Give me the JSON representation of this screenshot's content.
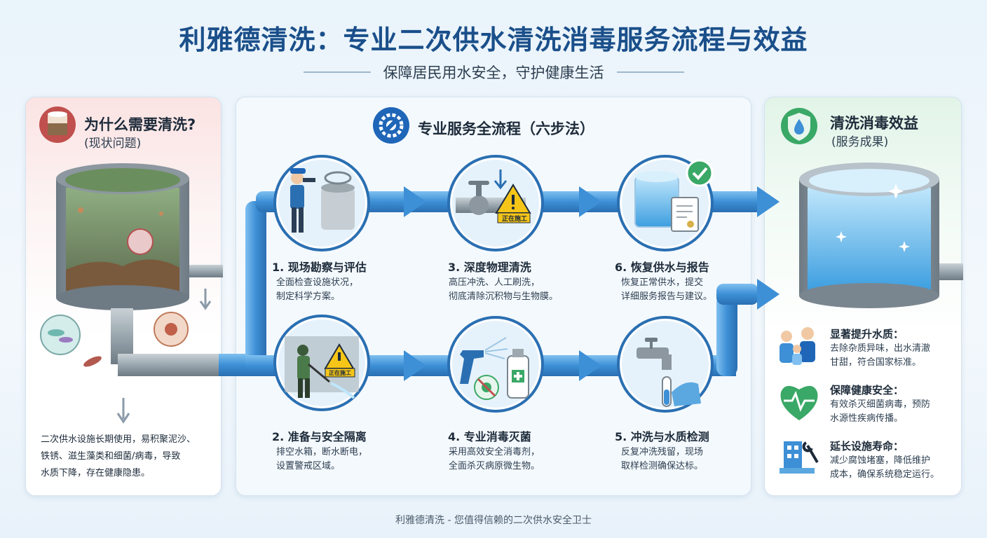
{
  "header": {
    "title": "利雅德清洗：专业二次供水清洗消毒服务流程与效益",
    "subtitle": "保障居民用水安全，守护健康生活"
  },
  "left_panel": {
    "title": "为什么需要清洗?",
    "subtitle": "(现状问题)",
    "description_lines": [
      "二次供水设施长期使用，易积聚泥沙、",
      "铁锈、滋生藻类和细菌/病毒，导致",
      "水质下降，存在健康隐患。"
    ]
  },
  "middle_panel": {
    "title": "专业服务全流程（六步法）",
    "steps": [
      {
        "label": "1. 现场勘察与评估",
        "lines": [
          "全面检查设施状况，",
          "制定科学方案。"
        ]
      },
      {
        "label": "2. 准备与安全隔离",
        "lines": [
          "排空水箱，断水断电，",
          "设置警戒区域。"
        ]
      },
      {
        "label": "3. 深度物理清洗",
        "lines": [
          "高压冲洗、人工刷洗，",
          "彻底清除沉积物与生物膜。"
        ]
      },
      {
        "label": "4. 专业消毒灭菌",
        "lines": [
          "采用高效安全消毒剂，",
          "全面杀灭病原微生物。"
        ]
      },
      {
        "label": "5. 冲洗与水质检测",
        "lines": [
          "反复冲洗残留，现场",
          "取样检测确保达标。"
        ]
      },
      {
        "label": "6. 恢复供水与报告",
        "lines": [
          "恢复正常供水，提交",
          "详细服务报告与建议。"
        ]
      }
    ],
    "sign_text": "正在施工"
  },
  "right_panel": {
    "title": "清洗消毒效益",
    "subtitle": "(服务成果)",
    "benefits": [
      {
        "title": "显著提升水质：",
        "lines": [
          "去除杂质异味，出水清澈",
          "甘甜，符合国家标准。"
        ]
      },
      {
        "title": "保障健康安全：",
        "lines": [
          "有效杀灭细菌病毒，预防",
          "水源性疾病传播。"
        ]
      },
      {
        "title": "延长设施寿命：",
        "lines": [
          "减少腐蚀堵塞，降低维护",
          "成本，确保系统稳定运行。"
        ]
      }
    ]
  },
  "footer": "利雅德清洗 - 您值得信赖的二次供水安全卫士",
  "colors": {
    "title_blue": "#1a4f8a",
    "pipe_blue": "#3d8fd6",
    "problem_red": "#c0504d",
    "benefit_green": "#3aa866"
  },
  "icons": [
    "dirty-tank-icon",
    "gear-wrench-icon",
    "shield-drop-icon",
    "family-icon",
    "heart-pulse-icon",
    "building-wrench-icon",
    "checkmark-icon"
  ]
}
